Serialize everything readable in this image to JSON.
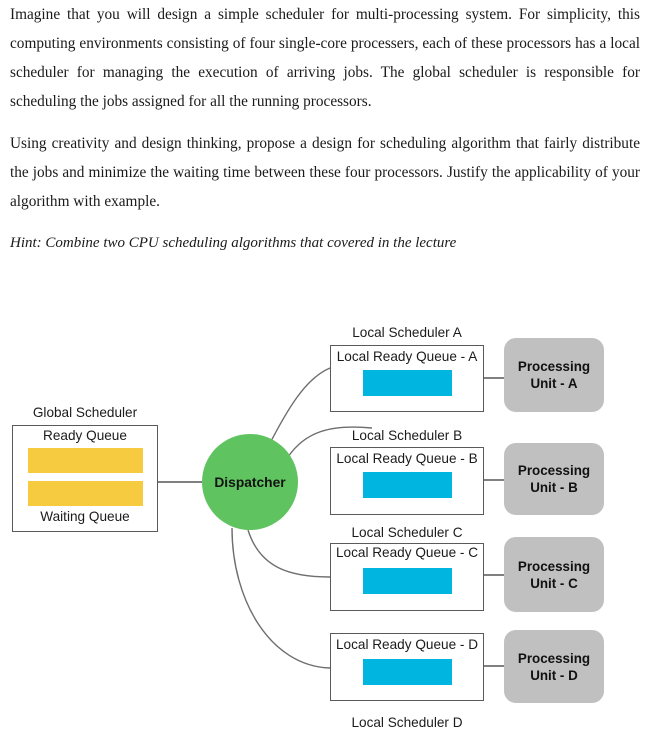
{
  "document": {
    "paragraphs": [
      "Imagine that you will design a simple scheduler for multi-processing system. For simplicity, this computing environments consisting of four single-core processers, each of these processors has a local scheduler for managing the execution of arriving jobs. The global scheduler is responsible for scheduling the jobs assigned for all the running processors.",
      "Using creativity and design thinking, propose a design for scheduling algorithm that fairly distribute the jobs and minimize the waiting time between these four processors. Justify the applicability of your algorithm with example."
    ],
    "hint": "Hint: Combine two CPU scheduling algorithms that covered in the lecture"
  },
  "diagram": {
    "global_scheduler": {
      "title": "Global Scheduler",
      "ready_queue_label": "Ready Queue",
      "waiting_queue_label": "Waiting Queue"
    },
    "dispatcher": {
      "label": "Dispatcher"
    },
    "nodes": [
      {
        "scheduler_title": "Local Scheduler A",
        "queue_label": "Local Ready Queue - A",
        "unit_line1": "Processing",
        "unit_line2": "Unit - A"
      },
      {
        "scheduler_title": "Local Scheduler B",
        "queue_label": "Local Ready Queue - B",
        "unit_line1": "Processing",
        "unit_line2": "Unit - B"
      },
      {
        "scheduler_title": "Local Scheduler C",
        "queue_label": "Local Ready Queue - C",
        "unit_line1": "Processing",
        "unit_line2": "Unit - C"
      },
      {
        "scheduler_title": "Local Scheduler D",
        "queue_label": "Local Ready Queue - D",
        "unit_line1": "Processing",
        "unit_line2": "Unit - D"
      }
    ],
    "colors": {
      "dispatcher_green": "#5FC460",
      "global_queue_yellow": "#F6CB40",
      "local_queue_blue": "#00B5DF",
      "processing_unit_gray": "#C0C0C0",
      "box_stroke": "#5A5A5A",
      "wire_stroke": "#6E6E6E"
    }
  }
}
